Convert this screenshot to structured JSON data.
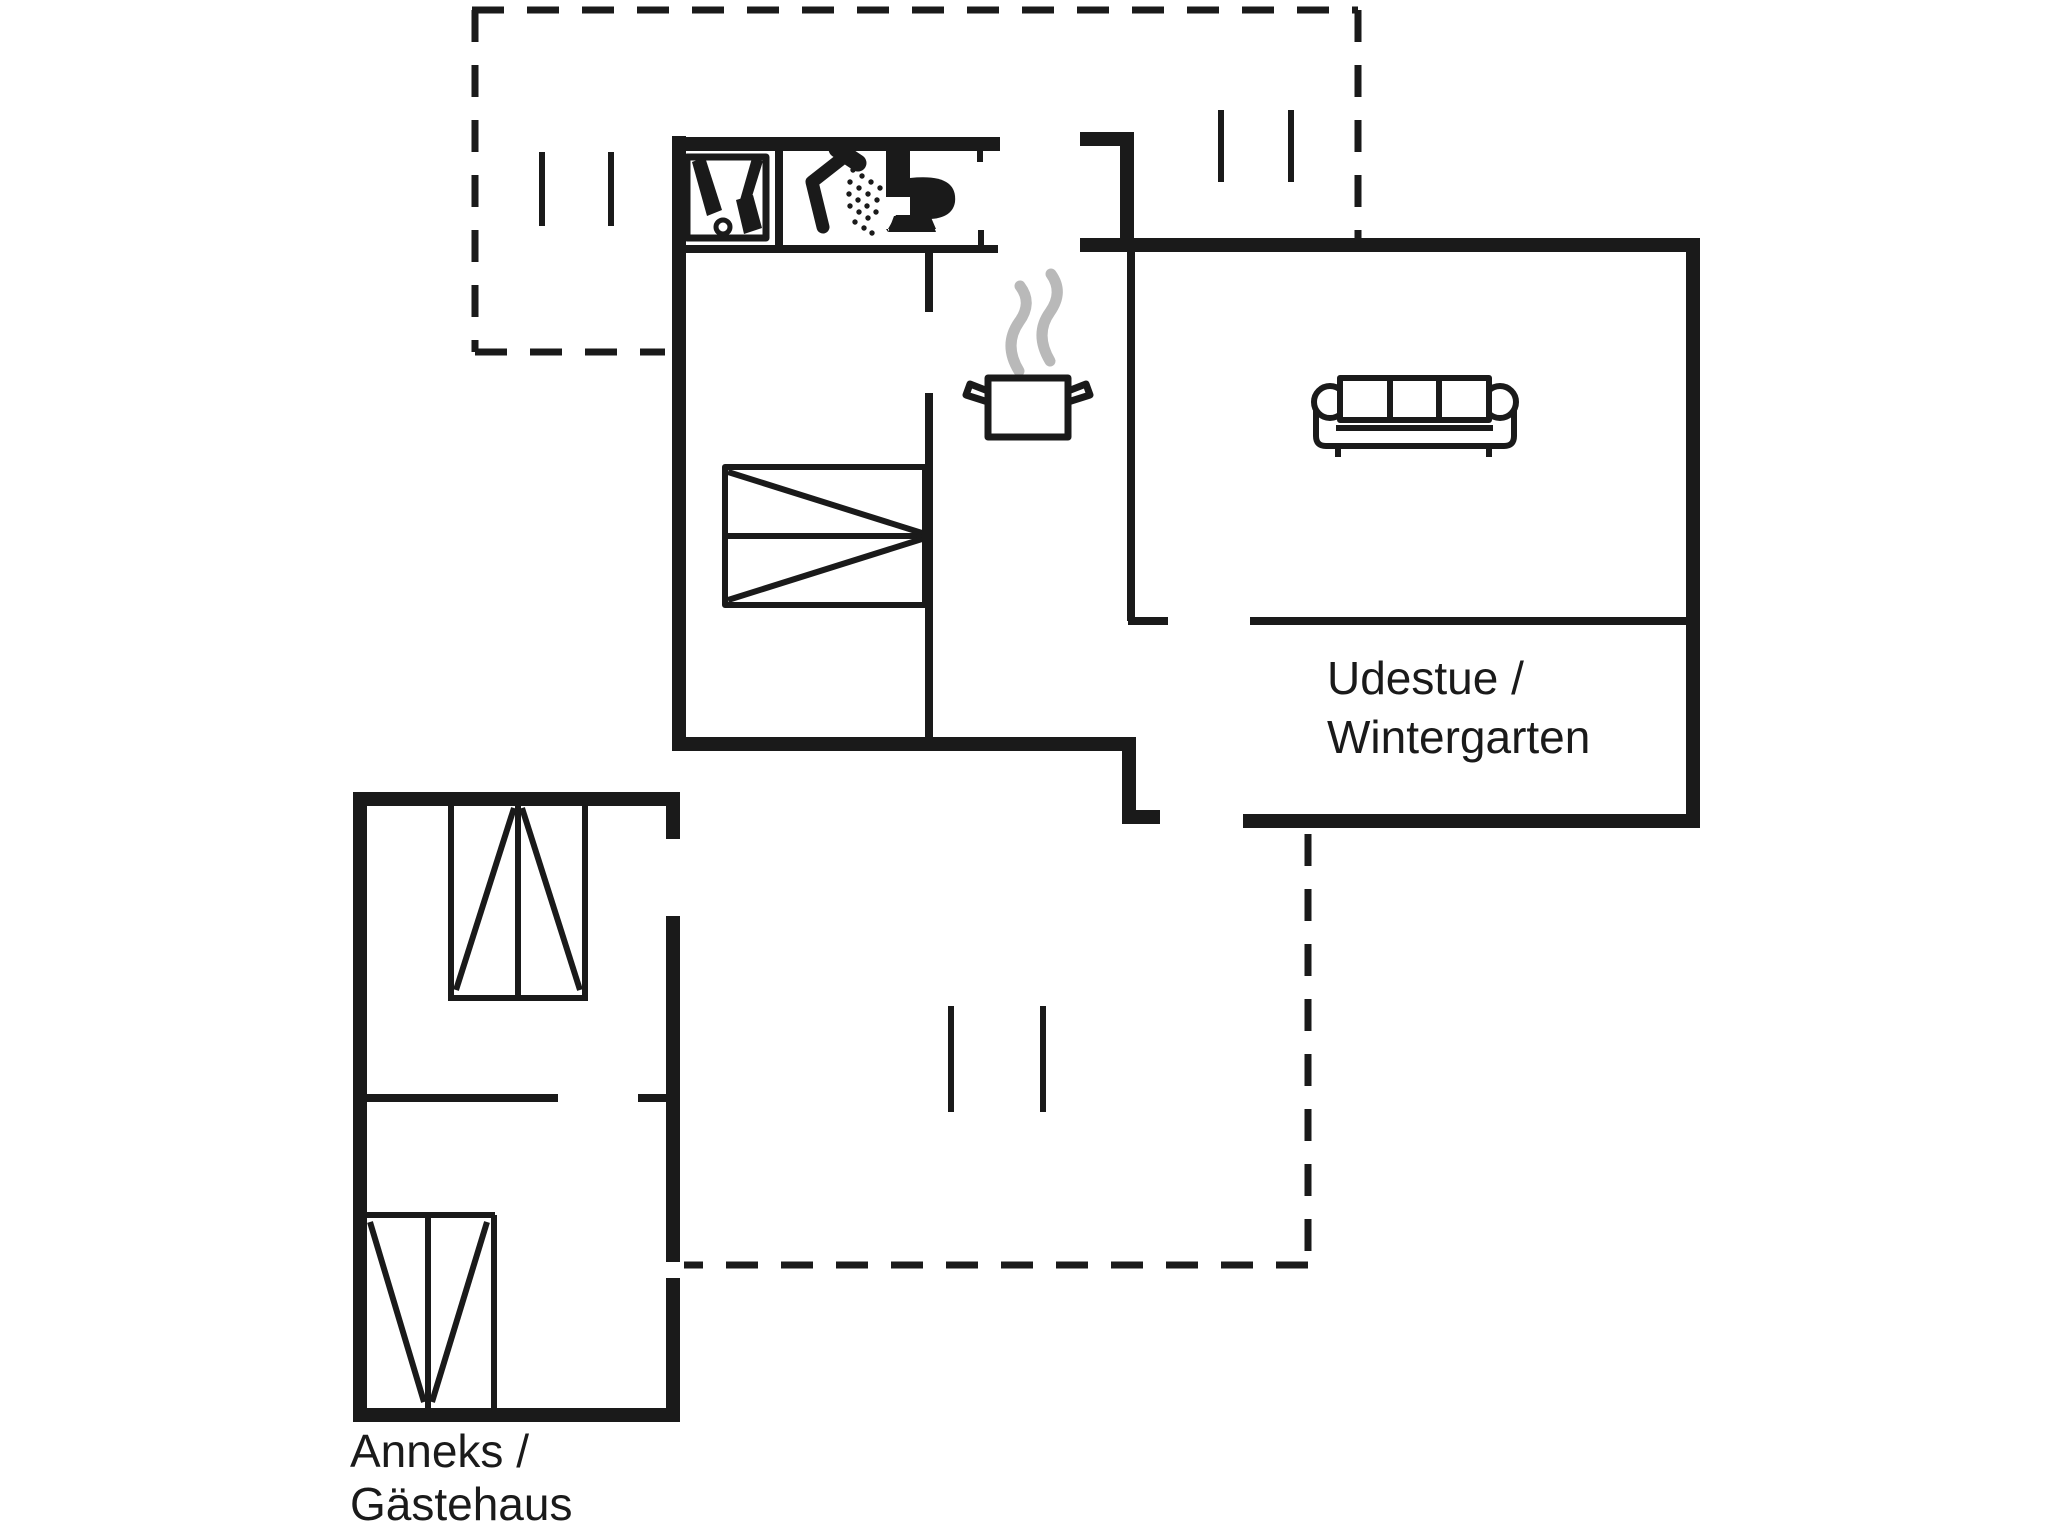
{
  "document": {
    "type": "floor-plan"
  },
  "colors": {
    "line": "#1a1a1a",
    "steam": "#b9b9b9",
    "background": "#ffffff"
  },
  "labels": {
    "udestue": {
      "line1": "Udestue /",
      "line2": "Wintergarten"
    },
    "anneks": {
      "line1": "Anneks /",
      "line2": "Gästehaus"
    }
  },
  "icons": [
    "vacuum-cleaner-icon",
    "shower-icon",
    "toilet-icon",
    "cooking-pot-icon",
    "steam-icon",
    "sofa-icon",
    "double-bed-icon",
    "twin-bed-annex-top-icon",
    "twin-bed-annex-bottom-icon"
  ],
  "markers": {
    "window_marker_pairs": 3,
    "dashed_outlines": 2
  }
}
